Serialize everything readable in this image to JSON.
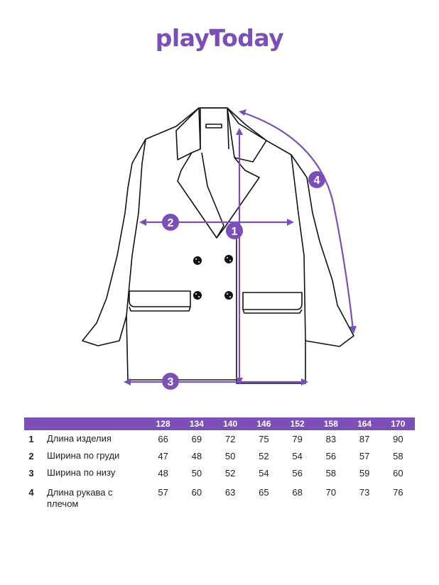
{
  "brand": {
    "logo_text": "playToday",
    "accent": "#7b4fb5"
  },
  "diagram": {
    "markers": [
      "1",
      "2",
      "3",
      "4"
    ]
  },
  "table": {
    "sizes": [
      "128",
      "134",
      "140",
      "146",
      "152",
      "158",
      "164",
      "170"
    ],
    "rows": [
      {
        "num": "1",
        "param": "Длина изделия",
        "values": [
          "66",
          "69",
          "72",
          "75",
          "79",
          "83",
          "87",
          "90"
        ]
      },
      {
        "num": "2",
        "param": "Ширина по груди",
        "values": [
          "47",
          "48",
          "50",
          "52",
          "54",
          "56",
          "57",
          "58"
        ]
      },
      {
        "num": "3",
        "param": "Ширина по низу",
        "values": [
          "48",
          "50",
          "52",
          "54",
          "56",
          "58",
          "59",
          "60"
        ]
      },
      {
        "num": "4",
        "param": "Длина рукава с плечом",
        "values": [
          "57",
          "60",
          "63",
          "65",
          "68",
          "70",
          "73",
          "76"
        ]
      }
    ]
  }
}
